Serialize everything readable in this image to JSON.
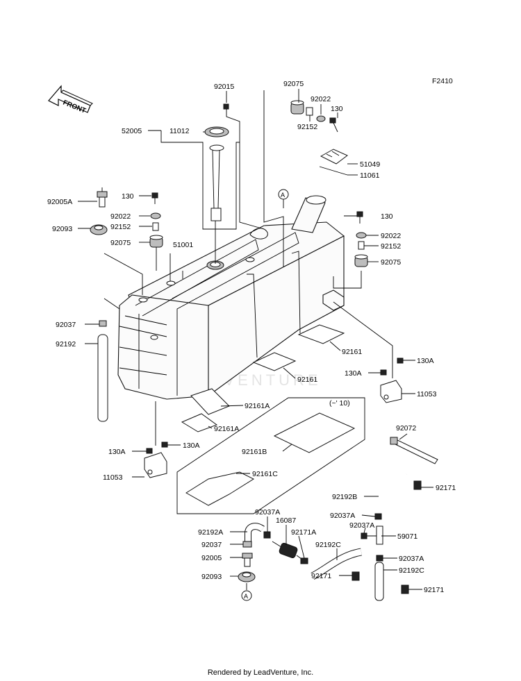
{
  "diagram_id": "F2410",
  "front_label": "FRONT",
  "watermark": "LEADVENTURE",
  "footer": "Rendered by LeadVenture, Inc.",
  "note": "(~' 10)",
  "callouts": [
    "A",
    "A"
  ],
  "labels": {
    "p92015": "92015",
    "p92075_top": "92075",
    "p92022_top": "92022",
    "p130_top": "130",
    "p92152_top": "92152",
    "p52005": "52005",
    "p11012": "11012",
    "p51049": "51049",
    "p11061": "11061",
    "p92005A": "92005A",
    "p130_left": "130",
    "p92022_left": "92022",
    "p92093_left": "92093",
    "p92152_left": "92152",
    "p92075_left": "92075",
    "p51001": "51001",
    "p130_right": "130",
    "p92022_right": "92022",
    "p92152_right": "92152",
    "p92075_right": "92075",
    "p92037_left": "92037",
    "p92192_left": "92192",
    "p92161_a": "92161",
    "p92161_b": "92161",
    "p130A_right1": "130A",
    "p130A_right2": "130A",
    "p11053_right": "11053",
    "p92161A_a": "92161A",
    "p92161A_b": "92161A",
    "p130A_left1": "130A",
    "p130A_left2": "130A",
    "p11053_left": "11053",
    "p92161B": "92161B",
    "p92161C": "92161C",
    "p92072": "92072",
    "p92171_a": "92171",
    "p92192B": "92192B",
    "p92037A_1": "92037A",
    "p16087": "16087",
    "p92037A_2": "92037A",
    "p92192A": "92192A",
    "p92171A": "92171A",
    "p92037A_3": "92037A",
    "p59071": "59071",
    "p92037_bottom": "92037",
    "p92192C_1": "92192C",
    "p92005": "92005",
    "p92037A_4": "92037A",
    "p92171_b": "92171",
    "p92192C_2": "92192C",
    "p92093_bottom": "92093",
    "p92171_c": "92171"
  }
}
